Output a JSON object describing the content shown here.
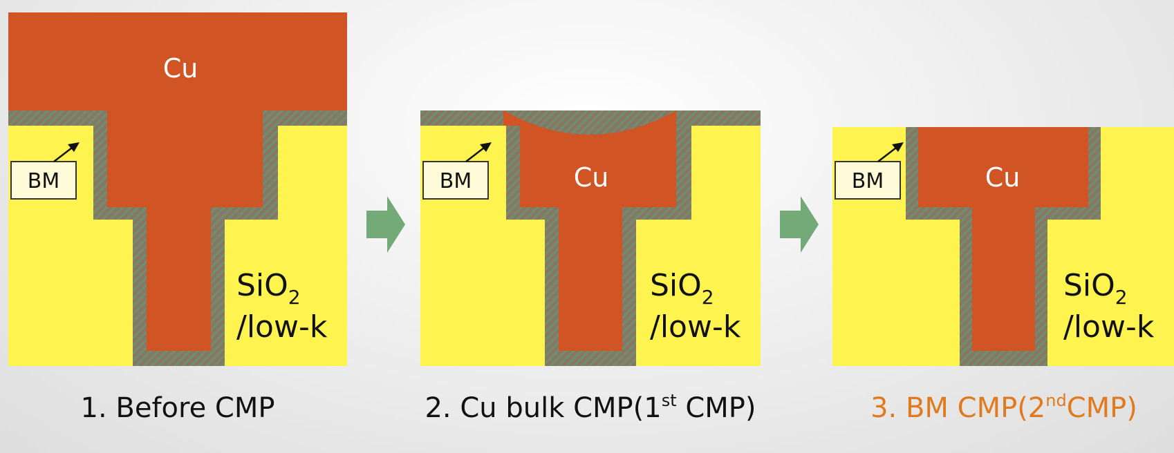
{
  "colors": {
    "copper": "#d05424",
    "dielectric": "#fff34f",
    "barrier_base": "#8a7466",
    "barrier_stripe": "#6e8f6a",
    "arrow": "#73aa77",
    "caption": "#111111",
    "caption_highlight": "#e07a1f",
    "bm_box_fill": "#fffbd8"
  },
  "panels": [
    {
      "cu_label": "Cu",
      "bm_label": "BM",
      "dielectric_label": {
        "main": "SiO",
        "sub": "2",
        "line2": "/low-k"
      },
      "caption": {
        "pre": "1. Before CMP",
        "sup": "",
        "post": ""
      }
    },
    {
      "cu_label": "Cu",
      "bm_label": "BM",
      "dielectric_label": {
        "main": "SiO",
        "sub": "2",
        "line2": "/low-k"
      },
      "caption": {
        "pre": "2. Cu bulk CMP(1",
        "sup": "st",
        "post": " CMP)"
      }
    },
    {
      "cu_label": "Cu",
      "bm_label": "BM",
      "dielectric_label": {
        "main": "SiO",
        "sub": "2",
        "line2": "/low-k"
      },
      "caption": {
        "pre": "3. BM CMP(2",
        "sup": "nd",
        "post": "CMP)"
      }
    }
  ]
}
